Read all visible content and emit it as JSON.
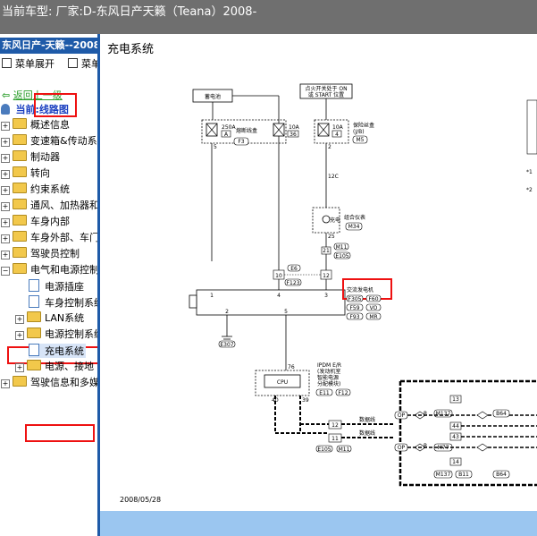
{
  "window": {
    "title": "当前车型:   厂家:D-东风日产天籁（Teana）2008-"
  },
  "sidebar": {
    "header": "东风日产-天籁--2008",
    "menu": [
      {
        "label": "菜单展开"
      },
      {
        "label": "菜单"
      }
    ],
    "nav_back": "返回上一级",
    "current_prefix": "当前:",
    "current_value": "线路图",
    "tree": [
      {
        "label": "概述信息"
      },
      {
        "label": "变速箱&传动系统"
      },
      {
        "label": "制动器"
      },
      {
        "label": "转向"
      },
      {
        "label": "约束系统"
      },
      {
        "label": "通风、加热器和空调"
      },
      {
        "label": "车身内部"
      },
      {
        "label": "车身外部、车门"
      },
      {
        "label": "驾驶员控制"
      },
      {
        "label": "电气和电源控制"
      },
      {
        "label": "电源插座"
      },
      {
        "label": "车身控制系统"
      },
      {
        "label": "LAN系统"
      },
      {
        "label": "电源控制系统"
      },
      {
        "label": "充电系统"
      },
      {
        "label": "电源、接地"
      },
      {
        "label": "驾驶信息和多媒体"
      }
    ]
  },
  "content": {
    "page_title": "充电系统",
    "date": "2008/05/28",
    "diagram": {
      "battery": "蓄电池",
      "fusible": "熔断线盒",
      "fusible_code": "F3",
      "fuse1_amp": "250A",
      "fuse1_id": "A",
      "fuse2_amp": "10A",
      "fuse2_id": "36",
      "fuse3_amp": "10A",
      "fuse3_id": "4",
      "ign_line1": "点火开关处于 ON",
      "ign_line2": "或 START 位置",
      "fuse_box_line1": "保险丝盒",
      "fuse_box_line2": "(J/B)",
      "fuse_box_code": "M5",
      "wire_12c": "12C",
      "meter_line1": "组合仪表",
      "meter_code": "M34",
      "charge": "充电",
      "p5": "5",
      "p2": "2",
      "p25": "25",
      "p21": "21",
      "p10": "10",
      "p12": "12",
      "p4": "4",
      "p3": "3",
      "p1": "1",
      "p2b": "2",
      "p5b": "5",
      "p76": "76",
      "p40": "40",
      "p39": "39",
      "p11": "11",
      "p12b": "12",
      "m11": "M11",
      "e105": "E105",
      "e6": "E6",
      "f123": "F123",
      "generator": "交流发电机",
      "f305": "F305",
      "f60": "F60",
      "f59": "F59",
      "vo": "VO",
      "f93": "F93",
      "mr": "MR",
      "e307": "E307",
      "ipdm_line1": "IPDM E/R",
      "ipdm_line2": "(发动机室",
      "ipdm_line3": "智能电源",
      "ipdm_line4": "分配模块)",
      "e11": "E11",
      "f12": "F12",
      "cpu": "CPU",
      "data_line1": "数据线",
      "data_line2": "数据线",
      "e105b": "E105",
      "m11b": "M11",
      "op1": "OP",
      "op2": "OP",
      "r1": "R",
      "r2": "R",
      "m137a": "M137",
      "m77": "M77",
      "b11": "B11",
      "b64a": "B64",
      "b64b": "B64",
      "n13": "13",
      "n14": "14",
      "n44": "44",
      "n43": "43",
      "m137b": "M137",
      "star1": "*1",
      "star2": "*2"
    }
  }
}
